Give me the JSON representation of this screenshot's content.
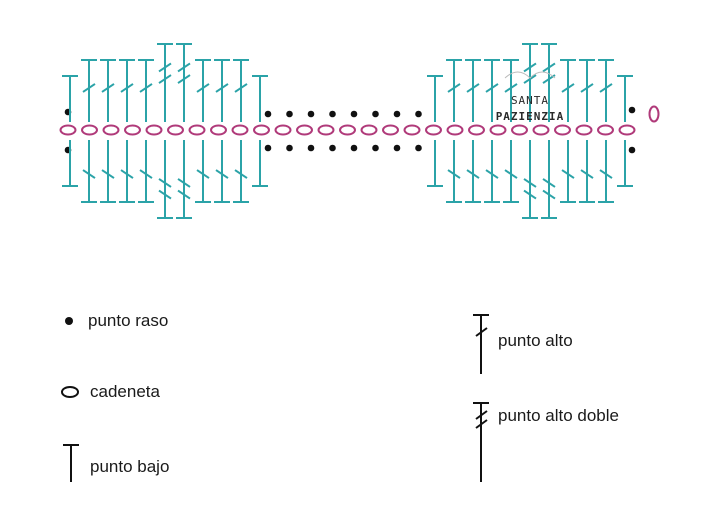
{
  "watermark": {
    "line1": "SANTA",
    "line2": "PAZIENZIA"
  },
  "colors": {
    "stitch": "#2ba3a8",
    "chain": "#b03a7a",
    "slip": "#111111",
    "text": "#1a1a1a"
  },
  "diagram": {
    "chain_count": 27,
    "turning_chain_count": 1,
    "slip_stitch_columns": 8,
    "symbol_names": [
      "punto raso",
      "cadeneta",
      "punto bajo",
      "punto alto",
      "punto alto doble"
    ]
  },
  "legend": [
    {
      "symbol": "slip-stitch",
      "label": "punto raso"
    },
    {
      "symbol": "chain",
      "label": "cadeneta"
    },
    {
      "symbol": "single-crochet",
      "label": "punto bajo"
    },
    {
      "symbol": "double-crochet",
      "label": "punto alto"
    },
    {
      "symbol": "treble-crochet",
      "label": "punto alto doble"
    }
  ]
}
